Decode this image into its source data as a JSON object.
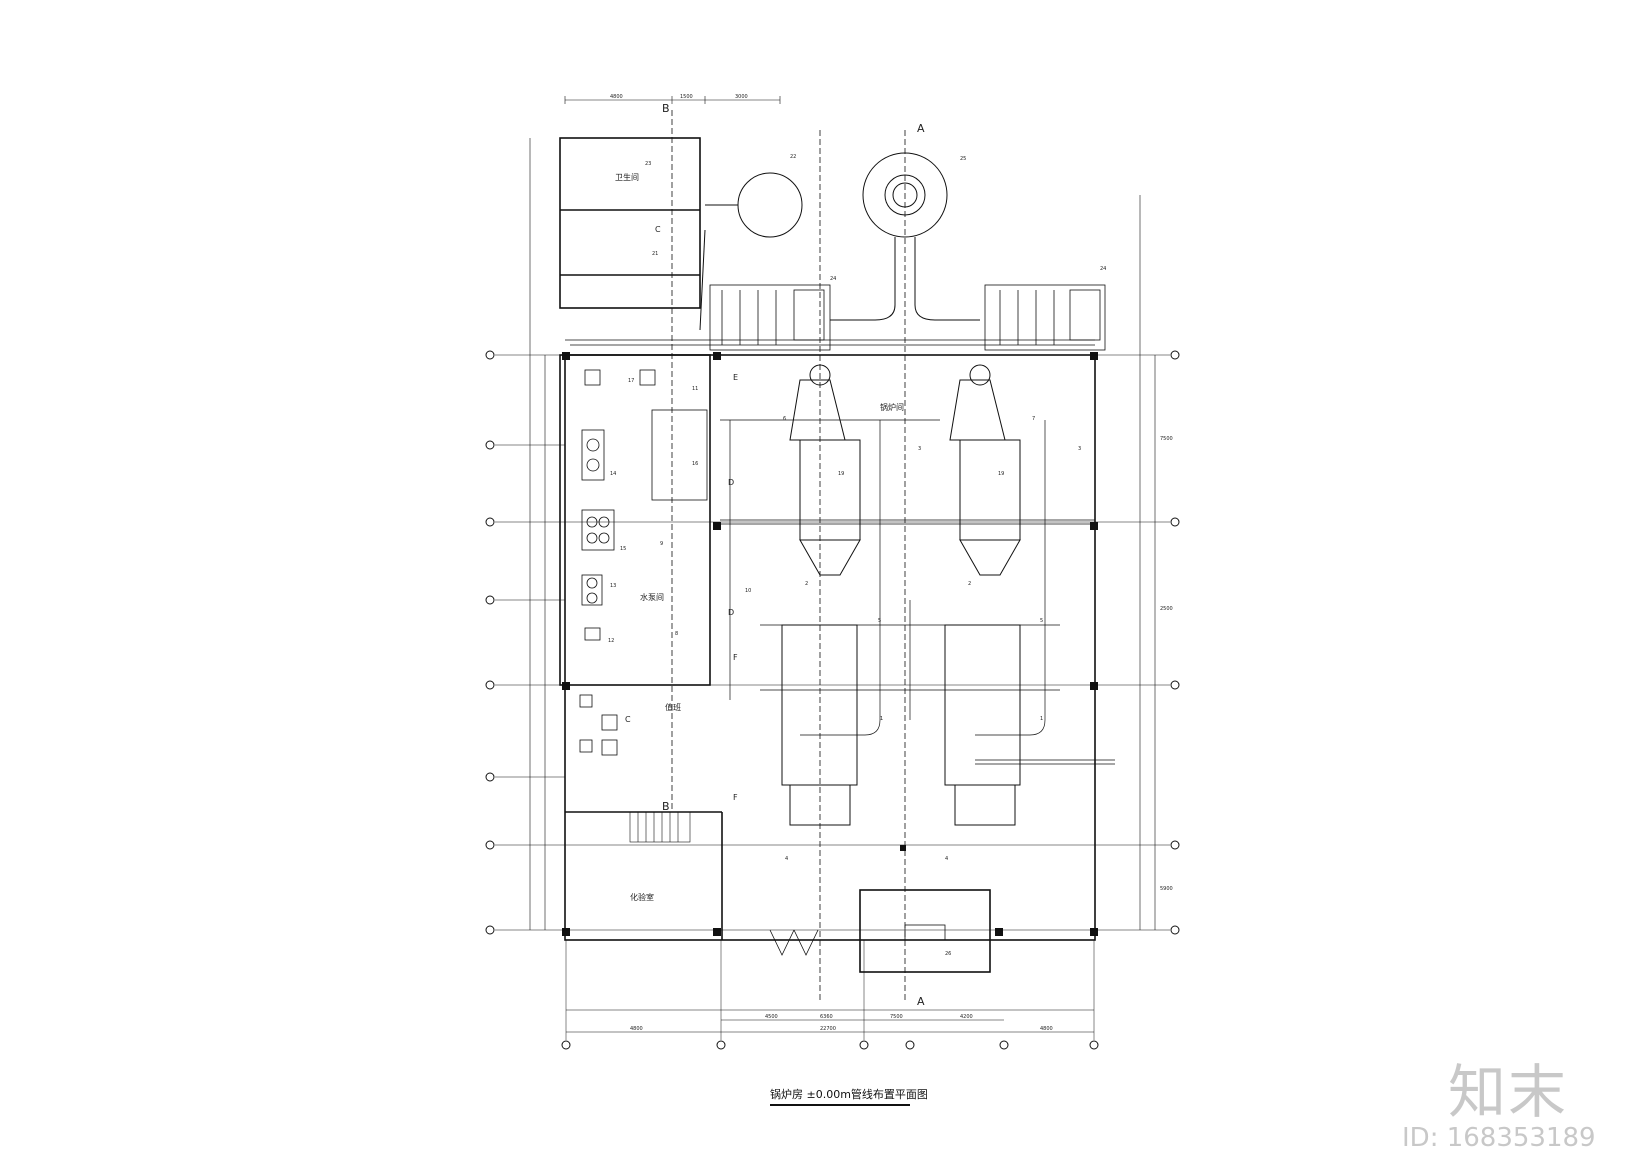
{
  "drawing": {
    "title": "锅炉房 ±0.00m管线布置平面图",
    "section_marks": [
      "A",
      "A",
      "B",
      "B"
    ],
    "grid_letters": [
      "C",
      "C",
      "D",
      "D",
      "E",
      "F",
      "F"
    ],
    "equipment_numbers": [
      "1",
      "1",
      "2",
      "2",
      "3",
      "3",
      "4",
      "4",
      "5",
      "5",
      "6",
      "7",
      "8",
      "9",
      "10",
      "11",
      "12",
      "13",
      "14",
      "15",
      "16",
      "17",
      "19",
      "19",
      "21",
      "22",
      "23",
      "24",
      "24",
      "25",
      "26"
    ],
    "room_labels": [
      "锅炉间",
      "水泵间",
      "值班",
      "化验室",
      "卫生间"
    ],
    "dimensions": {
      "top": [
        "4800",
        "1500",
        "3000"
      ],
      "bottom_upper": [
        "4500",
        "6360",
        "7500",
        "4200"
      ],
      "bottom_lower": [
        "4800",
        "22700",
        "4800"
      ],
      "right": [
        "7500",
        "2500",
        "5900"
      ]
    }
  },
  "watermark": {
    "logo": "知末",
    "id_text": "ID: 168353189"
  },
  "colors": {
    "ink": "#111111",
    "watermark": "#c8c8c8",
    "background": "#ffffff"
  }
}
